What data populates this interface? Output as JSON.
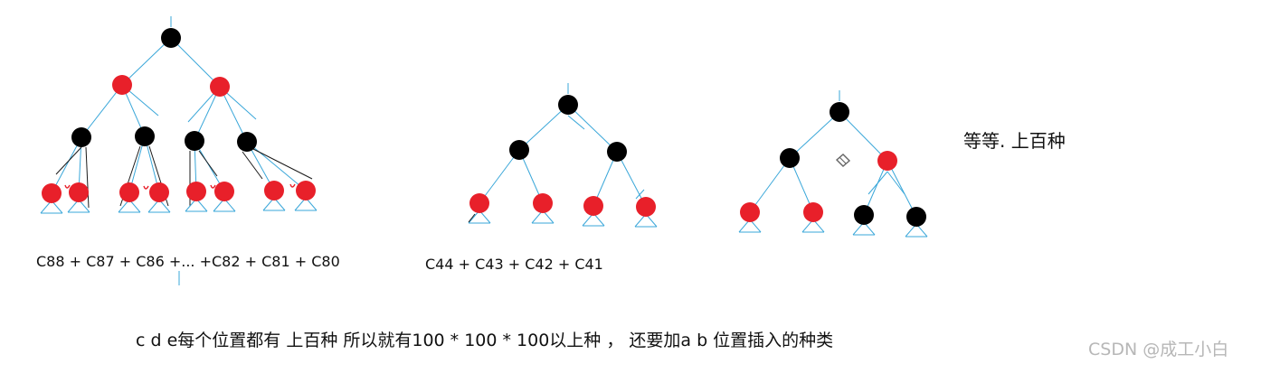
{
  "labels": {
    "formula1": "C88 + C87 + C86 +... +C82 + C81 + C80",
    "formula2": "C44 + C43 + C42 + C41",
    "note": "等等. 上百种",
    "caption": "c d e每个位置都有 上百种 所以就有100 * 100 * 100以上种 ， 还要加a b 位置插入的种类",
    "watermark": "CSDN @成工小白"
  },
  "colors": {
    "red_node": "#e8202a",
    "black_node": "#000000",
    "edge": "#3aa7d9",
    "extra_edge": "#1a1a1a",
    "marker": "#e8202a"
  }
}
